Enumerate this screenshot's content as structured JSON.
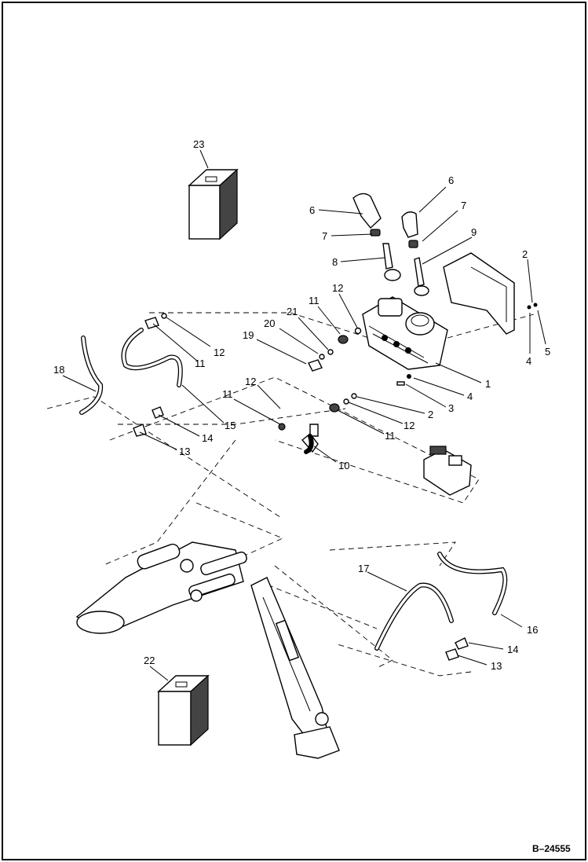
{
  "figure_id": "B–24555",
  "callouts": {
    "c1": "1",
    "c2a": "2",
    "c2b": "2",
    "c3": "3",
    "c4a": "4",
    "c4b": "4",
    "c5": "5",
    "c6a": "6",
    "c6b": "6",
    "c7a": "7",
    "c7b": "7",
    "c8": "8",
    "c9": "9",
    "c10": "10",
    "c11a": "11",
    "c11b": "11",
    "c11c": "11",
    "c11d": "11",
    "c12a": "12",
    "c12b": "12",
    "c12c": "12",
    "c12d": "12",
    "c13a": "13",
    "c13b": "13",
    "c14a": "14",
    "c14b": "14",
    "c15": "15",
    "c16": "16",
    "c17": "17",
    "c18": "18",
    "c19": "19",
    "c20": "20",
    "c21": "21",
    "c22": "22",
    "c23": "23"
  }
}
